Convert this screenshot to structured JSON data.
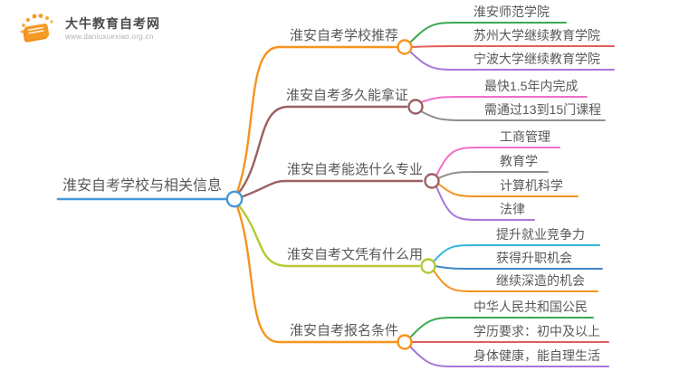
{
  "page": {
    "background": "#ffffff",
    "text_color": "#595959"
  },
  "logo": {
    "site_name": "大牛教育自考网",
    "site_url": "www.daniuxuexiao.org.cn",
    "accent": "#f59a23"
  },
  "mindmap": {
    "root": {
      "label": "淮安自考学校与相关信息",
      "color": "#4598d8"
    },
    "branches": [
      {
        "label": "淮安自考学校推荐",
        "color": "#f5941f",
        "children": [
          {
            "label": "淮安师范学院",
            "color": "#3aaa4f"
          },
          {
            "label": "苏州大学继续教育学院",
            "color": "#e25d5d"
          },
          {
            "label": "宁波大学继续教育学院",
            "color": "#a677d8"
          }
        ]
      },
      {
        "label": "淮安自考多久能拿证",
        "color": "#9c6060",
        "children": [
          {
            "label": "最快1.5年内完成",
            "color": "#f06ec8"
          },
          {
            "label": "需通过13到15门课程",
            "color": "#8f8f8f"
          }
        ]
      },
      {
        "label": "淮安自考能选什么专业",
        "color": "#9c6060",
        "children": [
          {
            "label": "工商管理",
            "color": "#f06ec8"
          },
          {
            "label": "教育学",
            "color": "#8f8f8f"
          },
          {
            "label": "计算机科学",
            "color": "#f5941f"
          },
          {
            "label": "法律",
            "color": "#a677d8"
          }
        ]
      },
      {
        "label": "淮安自考文凭有什么用",
        "color": "#b7c832",
        "children": [
          {
            "label": "提升就业竞争力",
            "color": "#2eb8d8"
          },
          {
            "label": "获得升职机会",
            "color": "#4187c7"
          },
          {
            "label": "继续深造的机会",
            "color": "#f5941f"
          }
        ]
      },
      {
        "label": "淮安自考报名条件",
        "color": "#f5941f",
        "children": [
          {
            "label": "中华人民共和国公民",
            "color": "#3aaa4f"
          },
          {
            "label": "学历要求：初中及以上",
            "color": "#e25d5d"
          },
          {
            "label": "身体健康，能自理生活",
            "color": "#a677d8"
          }
        ]
      }
    ]
  }
}
